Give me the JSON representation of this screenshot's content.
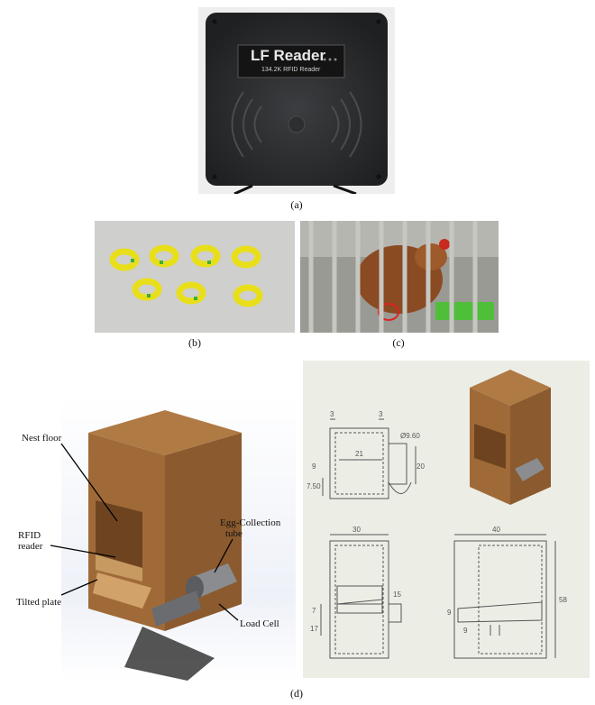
{
  "panel_a": {
    "device_title": "LF Reader",
    "device_subtitle": "134.2K RFID Reader",
    "caption": "(a)"
  },
  "panel_b": {
    "caption": "(b)"
  },
  "panel_c": {
    "caption": "(c)"
  },
  "panel_d": {
    "caption": "(d)",
    "labels": {
      "nest_floor": "Nest floor",
      "rfid_reader_line1": "RFID",
      "rfid_reader_line2": "reader",
      "egg_tube_line1": "Egg-Collection",
      "egg_tube_line2": "tube",
      "tilted_plate": "Tilted plate",
      "load_cell": "Load Cell"
    },
    "dimensions": {
      "top_left_3a": "3",
      "top_left_3b": "3",
      "diameter": "Ø9.60",
      "w21": "21",
      "h20": "20",
      "h750": "7.50",
      "d9": "9",
      "w30": "30",
      "h15": "15",
      "h7": "7",
      "h17": "17",
      "w40": "40",
      "h58": "58",
      "h9a": "9",
      "h9b": "9"
    }
  }
}
